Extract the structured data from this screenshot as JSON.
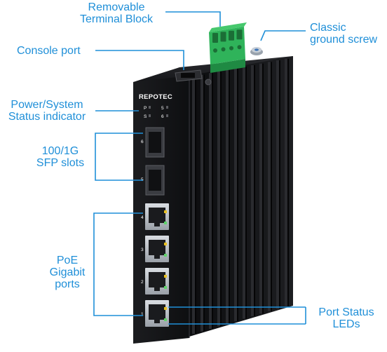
{
  "brand": "REPOTEC",
  "labels": {
    "terminal_block": [
      "Removable",
      "Terminal Block"
    ],
    "ground_screw": [
      "Classic",
      "ground screw"
    ],
    "console_port": [
      "Console port"
    ],
    "power_indicator": [
      "Power/System",
      "Status indicator"
    ],
    "sfp_slots": [
      "100/1G",
      "SFP slots"
    ],
    "poe_ports": [
      "PoE",
      "Gigabit",
      "ports"
    ],
    "port_status_leds": [
      "Port Status",
      "LEDs"
    ]
  },
  "led_labels": [
    "P",
    "S",
    "5",
    "6"
  ],
  "sfp_numbers": [
    "6",
    "5"
  ],
  "port_numbers": [
    "4",
    "3",
    "2",
    "1"
  ],
  "colors": {
    "callout": "#1f8fd8",
    "housing": "#141416",
    "heatsink_fin": "#2a2b2f",
    "terminal_block": "#2fb35a",
    "led_green": "#5fd36a",
    "led_yellow": "#e8c021"
  }
}
